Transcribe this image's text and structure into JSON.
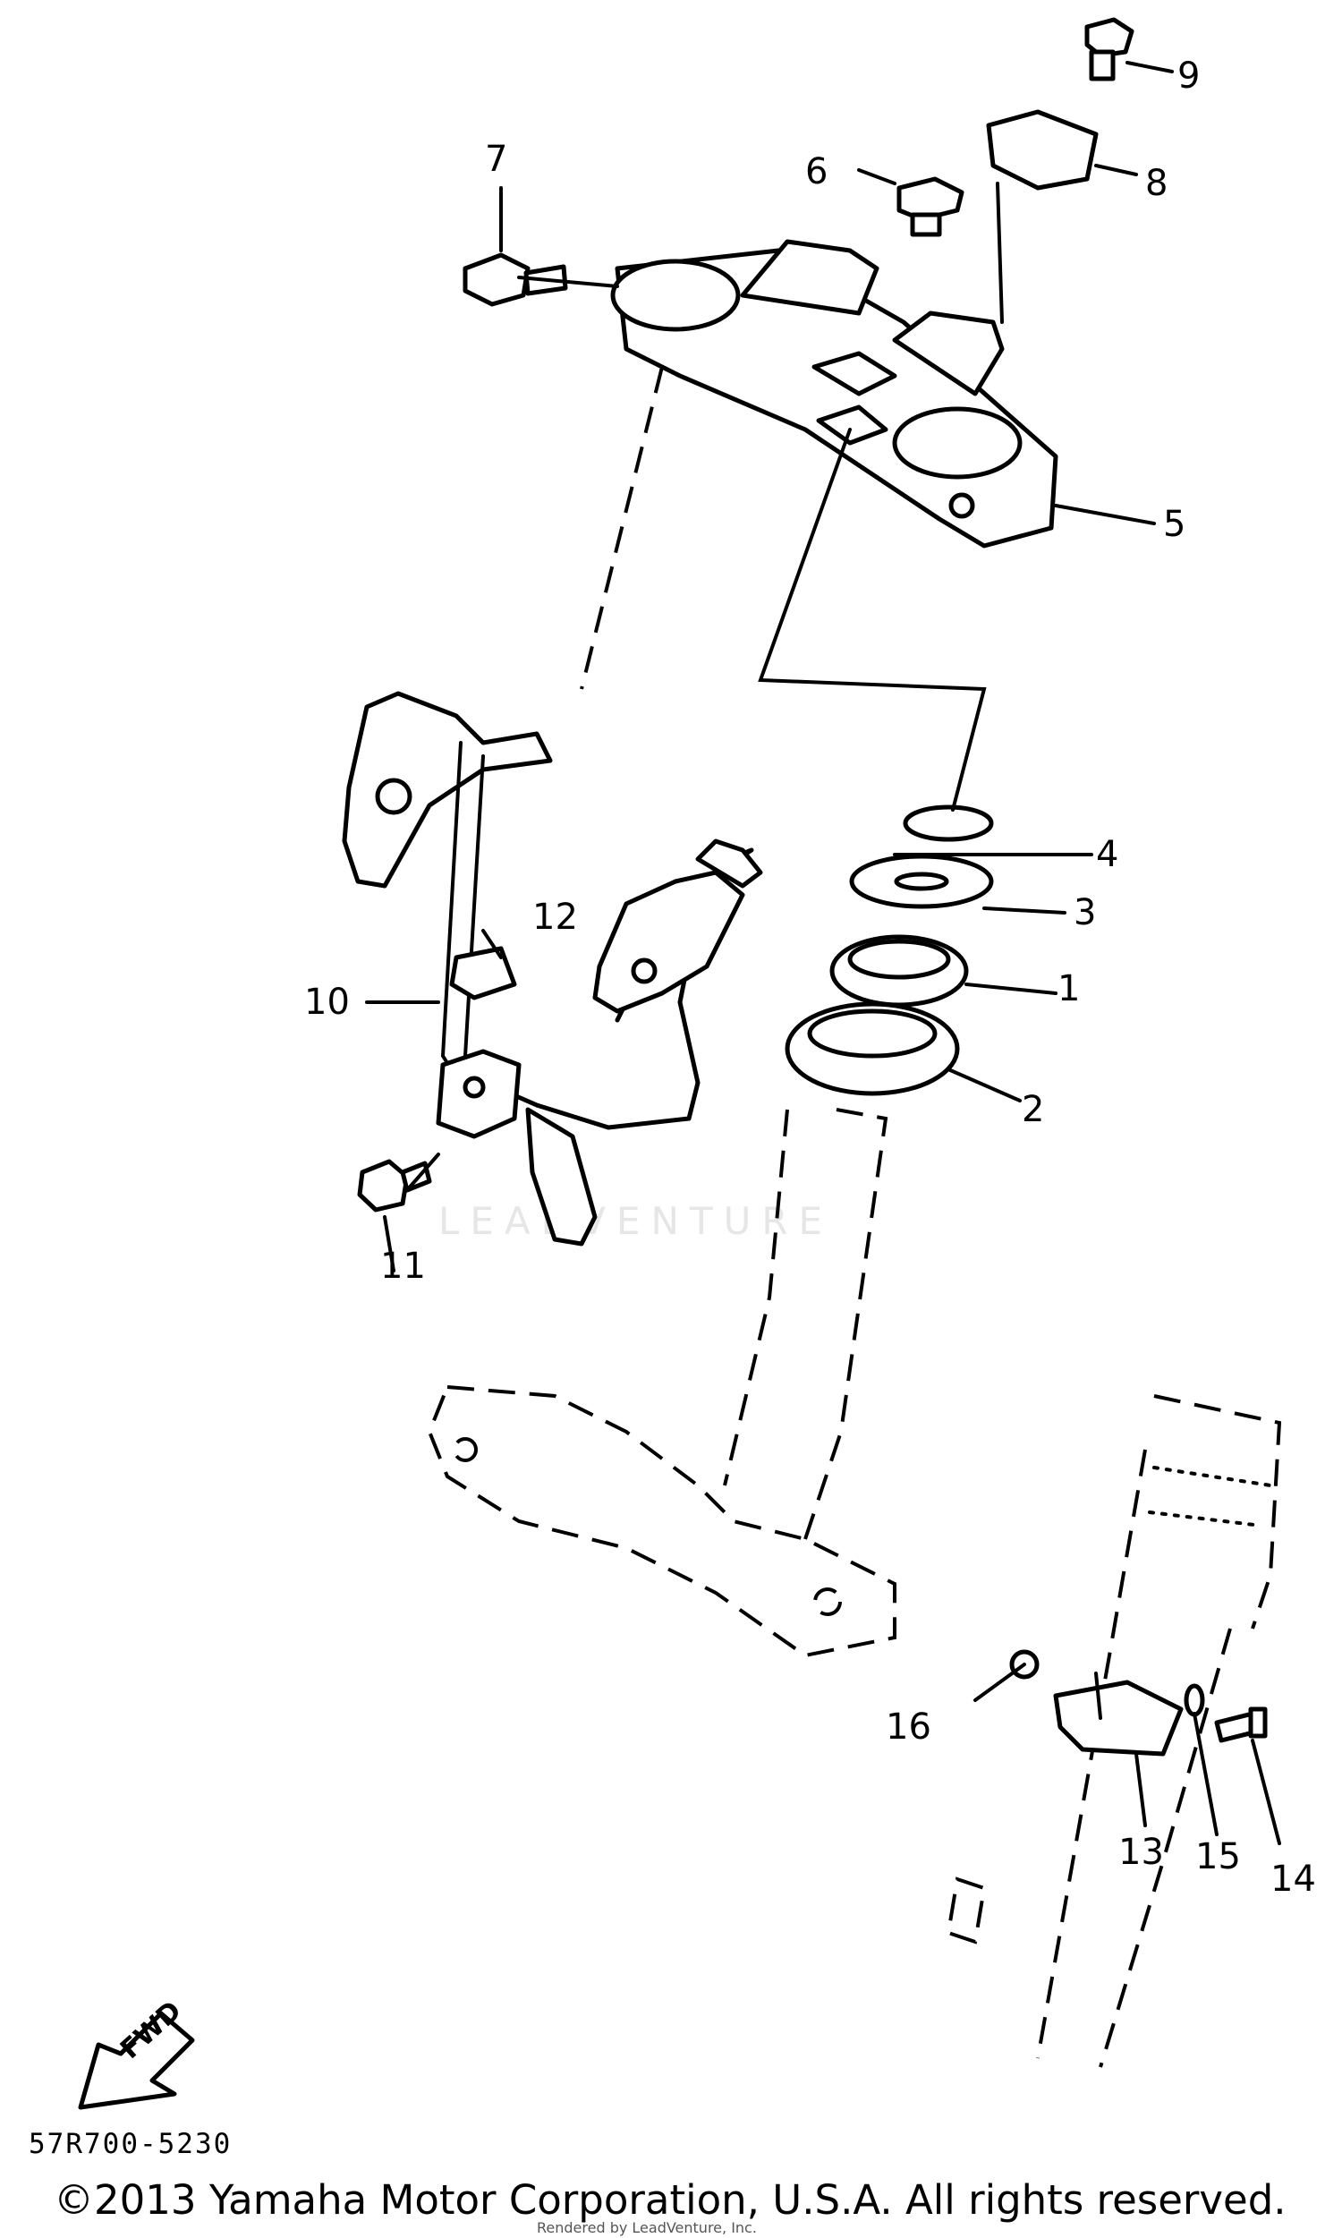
{
  "callouts": {
    "p1": "1",
    "p2": "2",
    "p3": "3",
    "p4": "4",
    "p5": "5",
    "p6": "6",
    "p7": "7",
    "p8": "8",
    "p9": "9",
    "p10": "10",
    "p11": "11",
    "p12": "12",
    "p13": "13",
    "p14": "14",
    "p15": "15",
    "p16": "16"
  },
  "fwd_label": "FWD",
  "diagram_code": "57R700-5230",
  "copyright": "©2013 Yamaha Motor Corporation, U.S.A. All rights reserved.",
  "rendered_by": "Rendered by LeadVenture, Inc.",
  "watermark": "LEADVENTURE"
}
